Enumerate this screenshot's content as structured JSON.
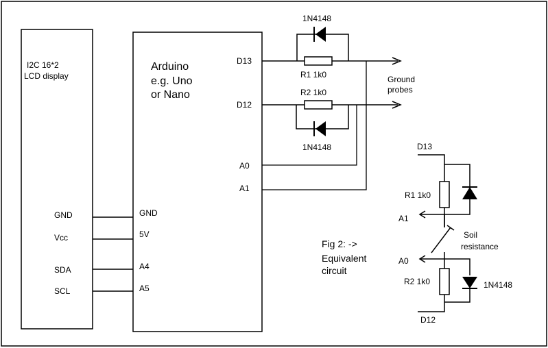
{
  "lcd": {
    "title_line1": "I2C 16*2",
    "title_line2": "LCD display"
  },
  "arduino": {
    "title_line1": "Arduino",
    "title_line2": "e.g. Uno",
    "title_line3": "or Nano"
  },
  "lcd_pins": {
    "gnd": "GND",
    "vcc": "Vcc",
    "sda": "SDA",
    "scl": "SCL"
  },
  "arduino_pins": {
    "gnd": "GND",
    "v5": "5V",
    "a4": "A4",
    "a5": "A5",
    "d13": "D13",
    "d12": "D12",
    "a0": "A0",
    "a1": "A1"
  },
  "probe_circuit": {
    "diode_top": "1N4148",
    "r1": "R1 1k0",
    "r2": "R2 1k0",
    "diode_bottom": "1N4148",
    "ground_probes_line1": "Ground",
    "ground_probes_line2": "probes"
  },
  "fig2": {
    "line1": "Fig 2:  ->",
    "line2": "Equivalent",
    "line3": "circuit"
  },
  "equivalent": {
    "d13": "D13",
    "r1": "R1 1k0",
    "a1": "A1",
    "soil_line1": "Soil",
    "soil_line2": "resistance",
    "a0": "A0",
    "r2": "R2 1k0",
    "diode": "1N4148",
    "d12": "D12"
  }
}
